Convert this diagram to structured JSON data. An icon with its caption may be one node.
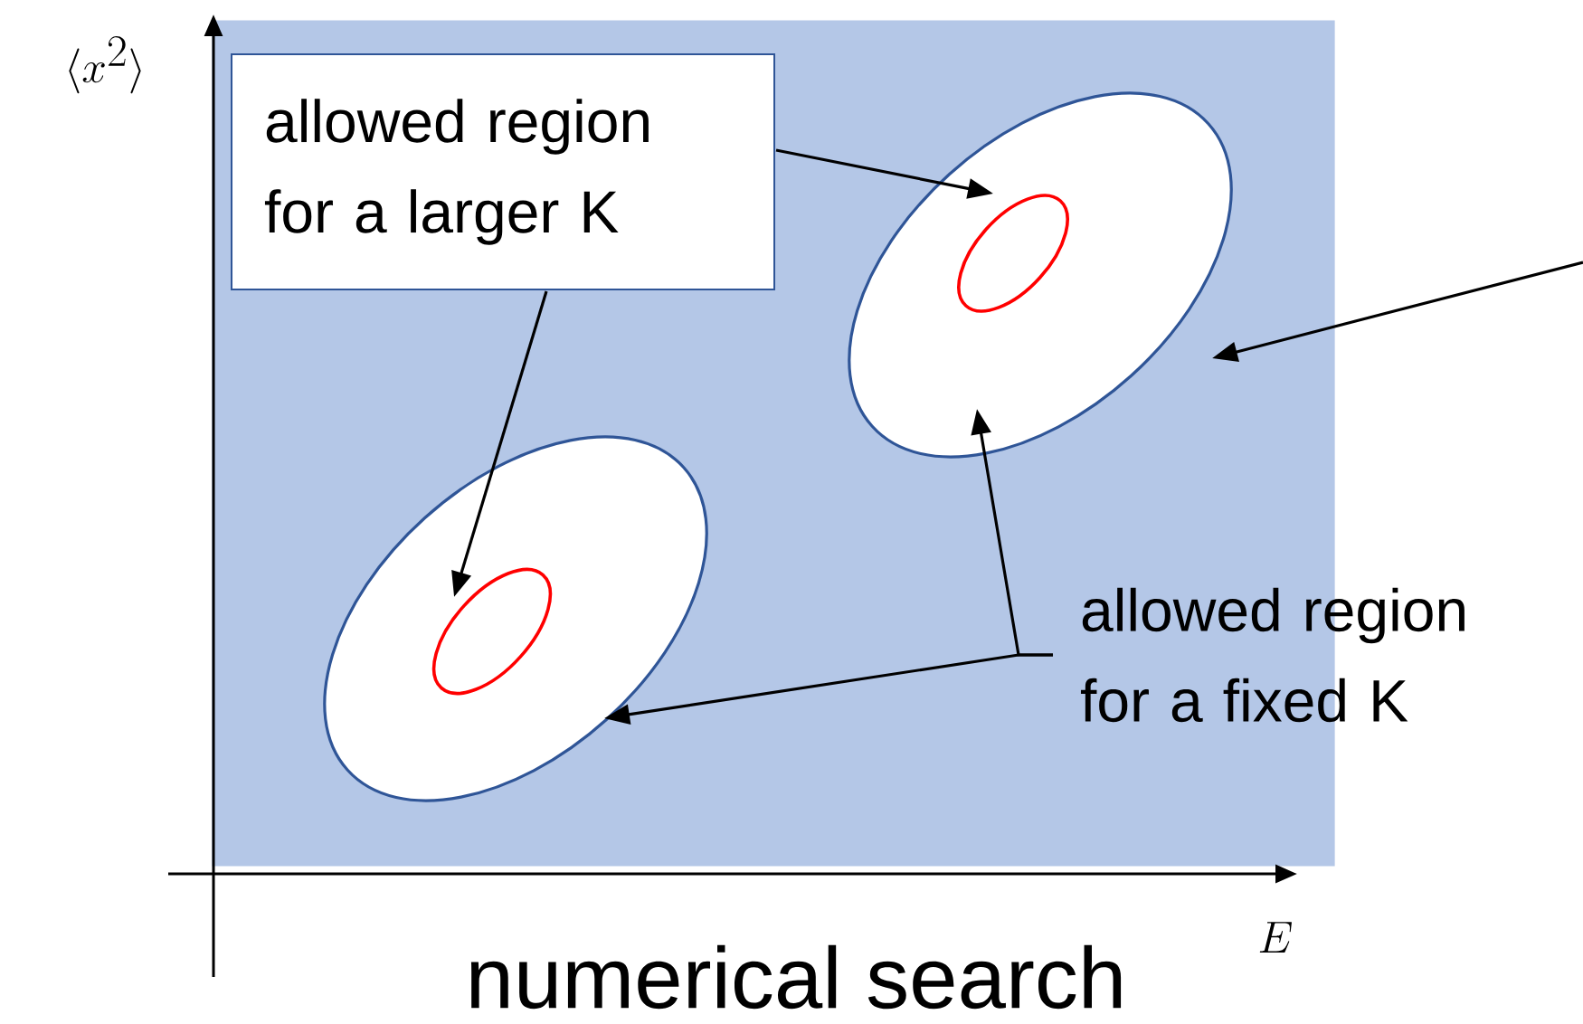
{
  "diagram": {
    "nodes": [
      {
        "text": [],
        "shape": "box"
      },
      {
        "text": [
          "allowed region for a larger K"
        ],
        "in": 0
      },
      {
        "text": [],
        "shape": "ellipse",
        "in": 0
      },
      {
        "text": [],
        "shape": "ellipse",
        "in": 2
      },
      {
        "text": [],
        "shape": "ellipse",
        "in": 0
      },
      {
        "text": [],
        "shape": "ellipse",
        "in": 4
      },
      {
        "text": [
          "allowed region for a fixed K"
        ]
      }
    ],
    "edges": [
      {
        "from": 1,
        "to": 3,
        "arrow": "to"
      },
      {
        "from": 1,
        "to": 5,
        "arrow": "to"
      },
      {
        "from": 6,
        "to": 2,
        "arrow": "to"
      },
      {
        "from": 6,
        "to": 4,
        "arrow": "to"
      },
      {
        "from": null,
        "to": 0,
        "arrow": "to"
      }
    ],
    "labels": [
      "\\langle x^2\\rangle",
      "numerical  search",
      "E"
    ]
  }
}
